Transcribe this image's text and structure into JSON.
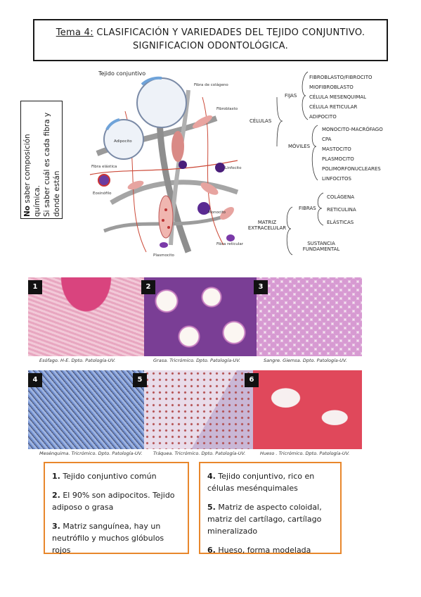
{
  "header": {
    "tema_label": "Tema 4:",
    "title_rest": "CLASIFICACIÓN Y VARIEDADES DEL TEJIDO CONJUNTIVO.",
    "subtitle": "SIGNIFICACION ODONTOLÓGICA."
  },
  "note": {
    "bold": "No",
    "line1_rest": "saber composición química.",
    "line2": "Si saber cuál es cada fibra y",
    "line3": "donde están"
  },
  "diagram": {
    "title": "Tejido conjuntivo",
    "labels": {
      "fibra_colageno": "Fibra de colágeno",
      "adiposito": "Adipocito",
      "fibroblasto": "Fibroblasto",
      "fibra_elastica": "Fibra elástica",
      "eosinofilo": "Eosinófilo",
      "linfocito": "Linfocito",
      "monocito": "Monocito",
      "plasmocito": "Plasmocito",
      "fibra_reticular": "Fibra reticular"
    }
  },
  "tree": {
    "celulas": "CÉLULAS",
    "fijas": "FIJAS",
    "fijas_items": [
      "FIBROBLASTO/FIBROCITO",
      "MIOFIBROBLASTO",
      "CÉLULA MESENQUIMAL",
      "CÉLULA RETICULAR",
      "ADIPOCITO"
    ],
    "moviles": "MÓVILES",
    "moviles_items": [
      "MONOCITO-MACRÓFAGO",
      "CPA",
      "MASTOCITO",
      "PLASMOCITO",
      "POLIMORFONUCLEARES",
      "LINFOCITOS"
    ],
    "matriz": "MATRIZ EXTRACELULAR",
    "fibras": "FIBRAS",
    "fibras_items": [
      "COLÁGENA",
      "RETICULINA",
      "ELÁSTICAS"
    ],
    "sustancia": "SUSTANCIA FUNDAMENTAL"
  },
  "photos": [
    {
      "num": "1",
      "caption": "Esófago. H-E. Dpto. Patología-UV."
    },
    {
      "num": "2",
      "caption": "Grasa. Tricrómico. Dpto. Patología-UV."
    },
    {
      "num": "3",
      "caption": "Sangre. Giemsa. Dpto. Patología-UV."
    },
    {
      "num": "4",
      "caption": "Mesénquima. Tricrómico. Dpto. Patología-UV."
    },
    {
      "num": "5",
      "caption": "Tráquea. Tricrómico. Dpto. Patología-UV."
    },
    {
      "num": "6",
      "caption": "Hueso . Tricrómico. Dpto. Patología-UV."
    }
  ],
  "answers_left": [
    {
      "num": "1.",
      "text": "Tejido conjuntivo común"
    },
    {
      "num": "2.",
      "text": "El 90% son adipocitos. Tejido adiposo o grasa"
    },
    {
      "num": "3.",
      "text": "Matriz sanguínea, hay un neutrófilo y muchos glóbulos rojos"
    }
  ],
  "answers_right": [
    {
      "num": "4.",
      "text": "Tejido conjuntivo, rico en células mesénquimales"
    },
    {
      "num": "5.",
      "text": "Matriz de aspecto coloidal, matriz del cartílago, cartílago mineralizado"
    },
    {
      "num": "6.",
      "text": "Hueso, forma modelada"
    }
  ],
  "colors": {
    "orange_border": "#e8872c"
  }
}
